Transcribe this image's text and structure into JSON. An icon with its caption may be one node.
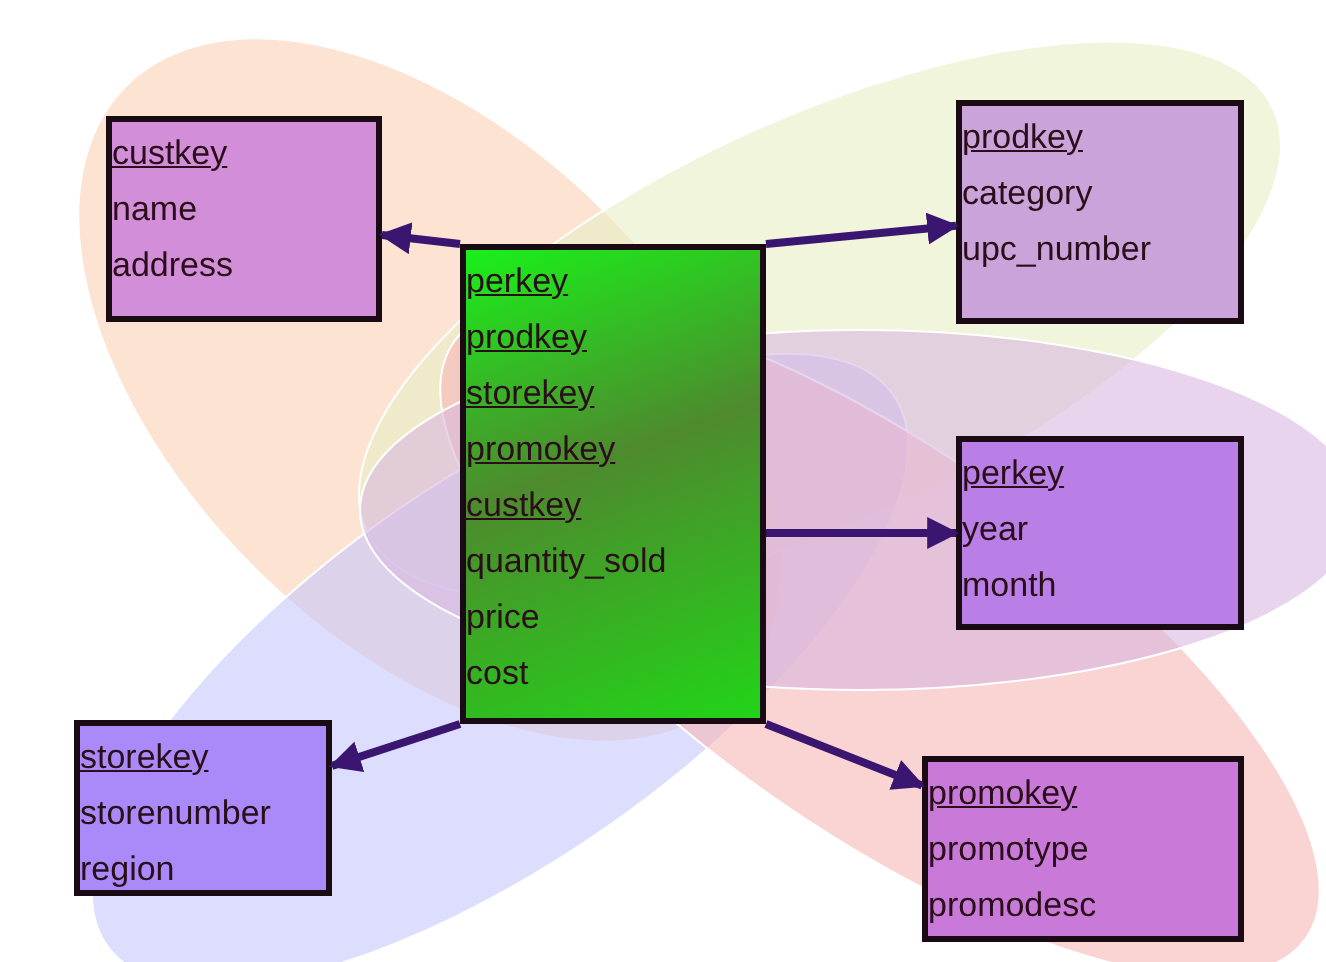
{
  "diagram": {
    "nodes": [
      {
        "text": [
          "custkey",
          "name",
          "address"
        ]
      },
      {
        "text": [
          "perkey",
          "prodkey",
          "storekey",
          "promokey",
          "custkey",
          "quantity_sold",
          "price",
          "cost"
        ]
      },
      {
        "text": [
          "prodkey",
          "category",
          "upc_number"
        ]
      },
      {
        "text": [
          "perkey",
          "year",
          "month"
        ]
      },
      {
        "text": [
          "storekey",
          "storenumber",
          "region"
        ]
      },
      {
        "text": [
          "promokey",
          "promotype",
          "promodesc"
        ]
      }
    ],
    "edges": [
      {
        "from": 1,
        "to": 0,
        "arrow": "to"
      },
      {
        "from": 1,
        "to": 2,
        "arrow": "to"
      },
      {
        "from": 1,
        "to": 3,
        "arrow": "to"
      },
      {
        "from": 1,
        "to": 4,
        "arrow": "to"
      },
      {
        "from": 1,
        "to": 5,
        "arrow": "to"
      }
    ]
  }
}
